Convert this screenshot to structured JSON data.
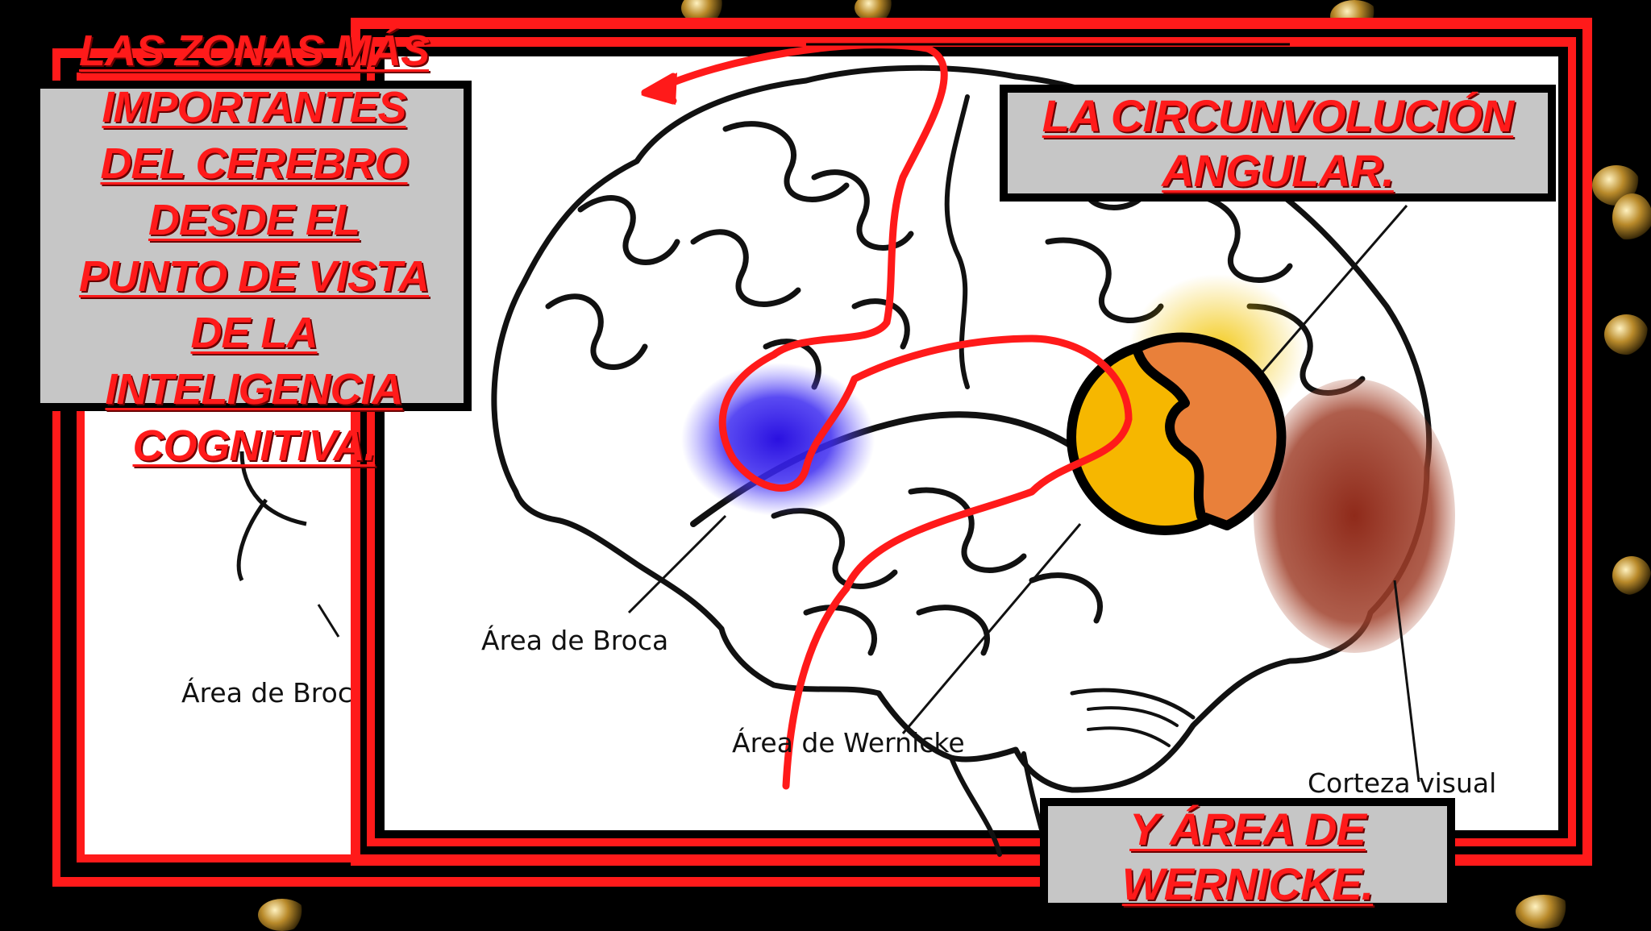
{
  "title": {
    "lines": [
      "LAS ZONAS MÁS",
      "IMPORTANTES",
      "DEL CEREBRO",
      "DESDE EL",
      "PUNTO DE VISTA",
      "DE LA",
      "INTELIGENCIA",
      "COGNITIVA."
    ]
  },
  "labels": {
    "circunvolucion_line1": "LA CIRCUNVOLUCIÓN",
    "circunvolucion_line2": "ANGULAR.",
    "wernicke_line1": "Y ÁREA DE",
    "wernicke_line2": "WERNICKE."
  },
  "diagram": {
    "broca": "Área de Broca",
    "broca_back": "Área de Broc",
    "wernicke": "Área de Wernicke",
    "corteza": "Corteza visual"
  },
  "colors": {
    "accent_red": "#ff1a1a",
    "broca_region": "#2a1adf",
    "angular_region": "#f6b700",
    "angular_piece": "#e9803a",
    "visual_region": "#9a3524"
  }
}
